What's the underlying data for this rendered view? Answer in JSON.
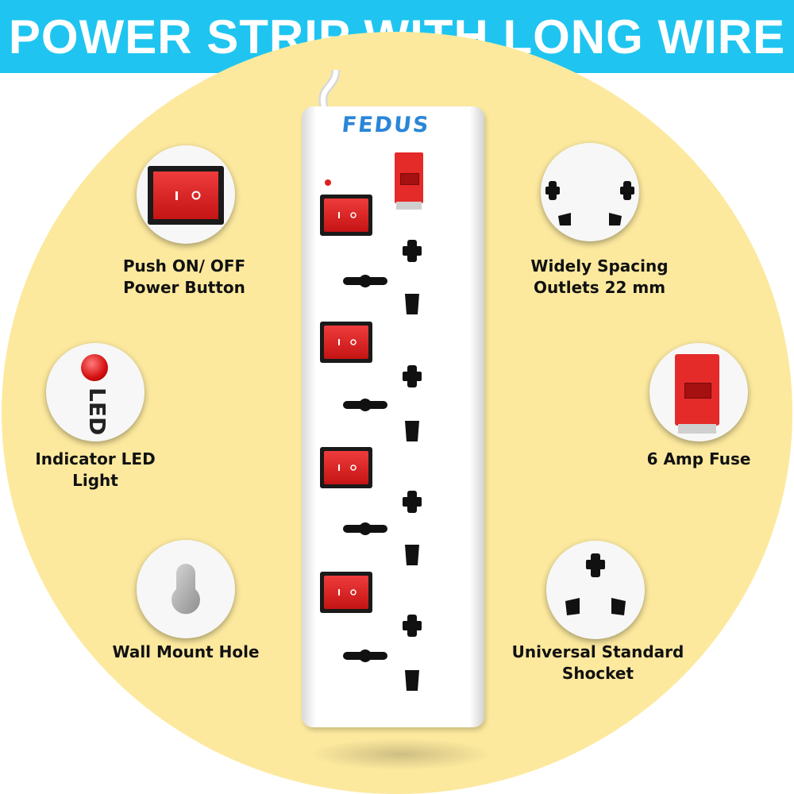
{
  "banner": {
    "title": "POWER STRIP WITH LONG WIRE"
  },
  "product": {
    "brand": "FEDUS"
  },
  "features": {
    "power_button": {
      "line1": "Push ON/ OFF",
      "line2": "Power Button"
    },
    "indicator_led": {
      "line1": "Indicator LED",
      "line2": "Light",
      "icon_text": "LED"
    },
    "wall_mount": {
      "line1": "Wall Mount Hole"
    },
    "outlet_spacing": {
      "line1": "Widely Spacing",
      "line2": "Outlets 22 mm"
    },
    "fuse": {
      "line1": "6 Amp Fuse"
    },
    "universal_socket": {
      "line1": "Universal Standard",
      "line2": "Shocket"
    }
  },
  "colors": {
    "banner": "#1fc5f0",
    "background_circle": "#fce99e",
    "switch_red": "#d61f1f",
    "brand_blue": "#2a86d8"
  },
  "icons": [
    "rocker-switch-icon",
    "led-icon",
    "keyhole-icon",
    "socket-spacing-icon",
    "fuse-icon",
    "universal-socket-icon"
  ]
}
